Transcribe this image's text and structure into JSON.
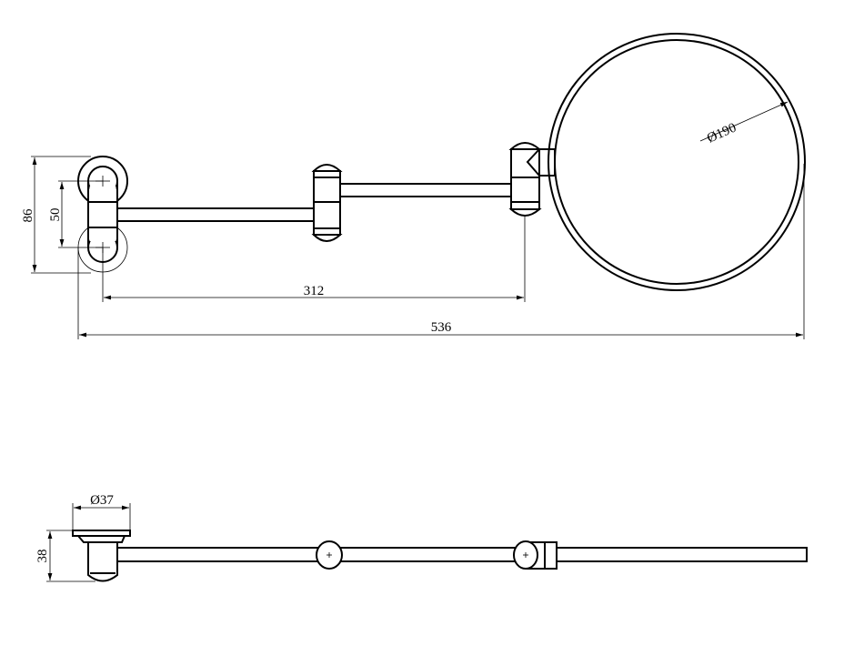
{
  "dimensions": {
    "height_total": "86",
    "mount_spacing": "50",
    "arm_reach": "312",
    "overall_length": "536",
    "mirror_diameter": "Ø190",
    "base_diameter": "Ø37",
    "depth": "38"
  }
}
